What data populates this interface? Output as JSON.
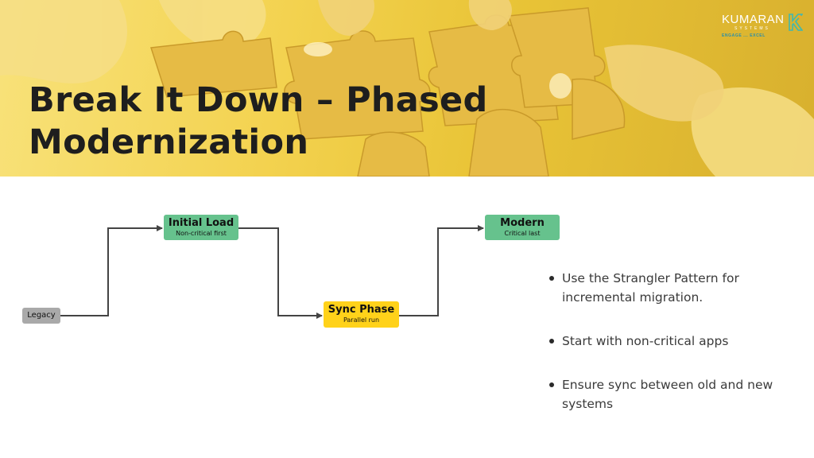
{
  "slide": {
    "title_line1": "Break It Down – Phased",
    "title_line2": "Modernization"
  },
  "logo": {
    "brand": "KUMARAN",
    "sub": "SYSTEMS",
    "tagline": "ENGAGE ... EXCEL"
  },
  "diagram": {
    "nodes": [
      {
        "id": "legacy",
        "title": "Legacy",
        "subtitle": ""
      },
      {
        "id": "initial",
        "title": "Initial Load",
        "subtitle": "Non-critical first"
      },
      {
        "id": "sync",
        "title": "Sync Phase",
        "subtitle": "Parallel run"
      },
      {
        "id": "modern",
        "title": "Modern",
        "subtitle": "Critical last"
      }
    ],
    "edges": [
      {
        "from": "legacy",
        "to": "initial"
      },
      {
        "from": "initial",
        "to": "sync"
      },
      {
        "from": "sync",
        "to": "modern"
      }
    ],
    "colors": {
      "legacy": "#a9a9a9",
      "initial": "#66c28d",
      "sync": "#ffd21a",
      "modern": "#66c28d",
      "edge": "#444444"
    }
  },
  "bullets": [
    "Use the Strangler Pattern for incremental migration.",
    "Start with non-critical apps",
    "Ensure sync between old and new systems"
  ]
}
